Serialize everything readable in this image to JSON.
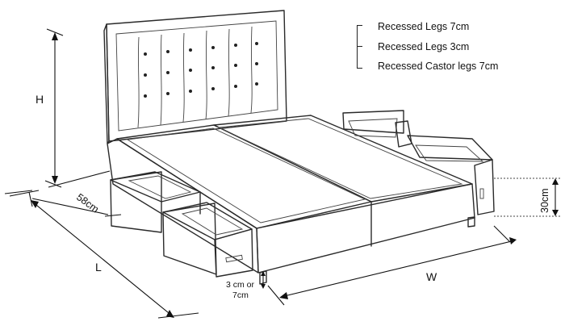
{
  "legend": {
    "items": [
      {
        "label": "Recessed Legs 7cm"
      },
      {
        "label": "Recessed Legs 3cm"
      },
      {
        "label": "Recessed Castor legs 7cm"
      }
    ]
  },
  "dimensions": {
    "height": "H",
    "length": "L",
    "width": "W",
    "drawer_depth": "58cm",
    "base_height": "30cm",
    "leg_clearance_line1": "3 cm or",
    "leg_clearance_line2": "7cm"
  }
}
